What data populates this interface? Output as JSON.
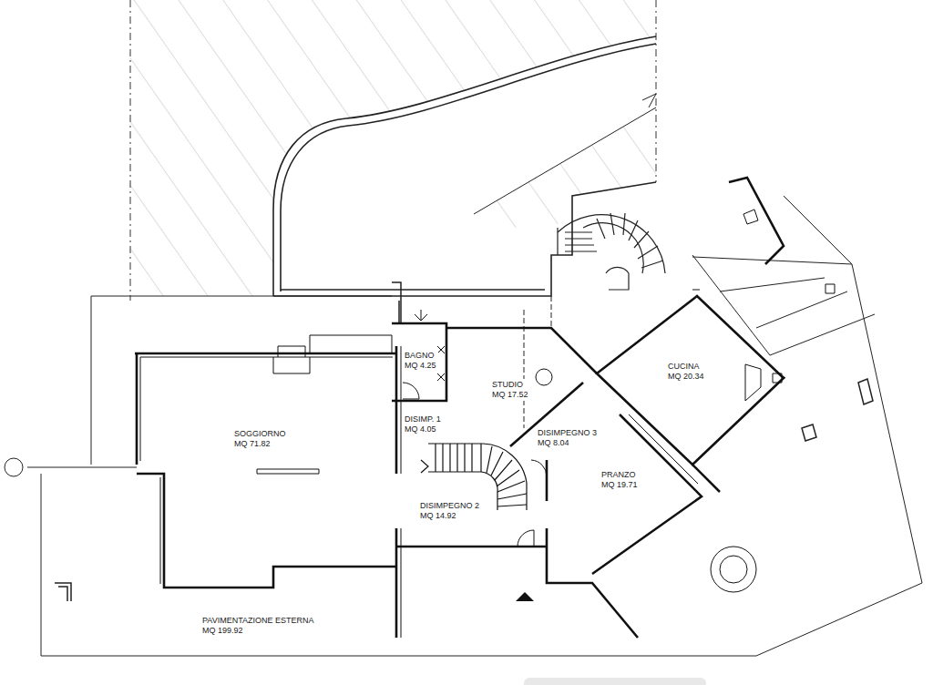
{
  "diagram": {
    "nodes": [
      {
        "text": [
          "BAGNO",
          "MQ 4.25"
        ]
      },
      {
        "text": [
          "STUDIO",
          "MQ 17.52"
        ]
      },
      {
        "text": [
          "CUCINA",
          "MQ 20.34"
        ]
      },
      {
        "text": [
          "SOGGIORNO",
          "MQ 71.82"
        ]
      },
      {
        "text": [
          "DISIMP. 1",
          "MQ 4.05"
        ]
      },
      {
        "text": [
          "DISIMPEGNO 3",
          "MQ 8.04"
        ]
      },
      {
        "text": [
          "DISIMPEGNO 2",
          "MQ 14.92"
        ]
      },
      {
        "text": [
          "PRANZO",
          "MQ 19.71"
        ]
      },
      {
        "text": [
          "PAVIMENTAZIONE ESTERNA",
          "MQ 199.92"
        ]
      }
    ]
  }
}
